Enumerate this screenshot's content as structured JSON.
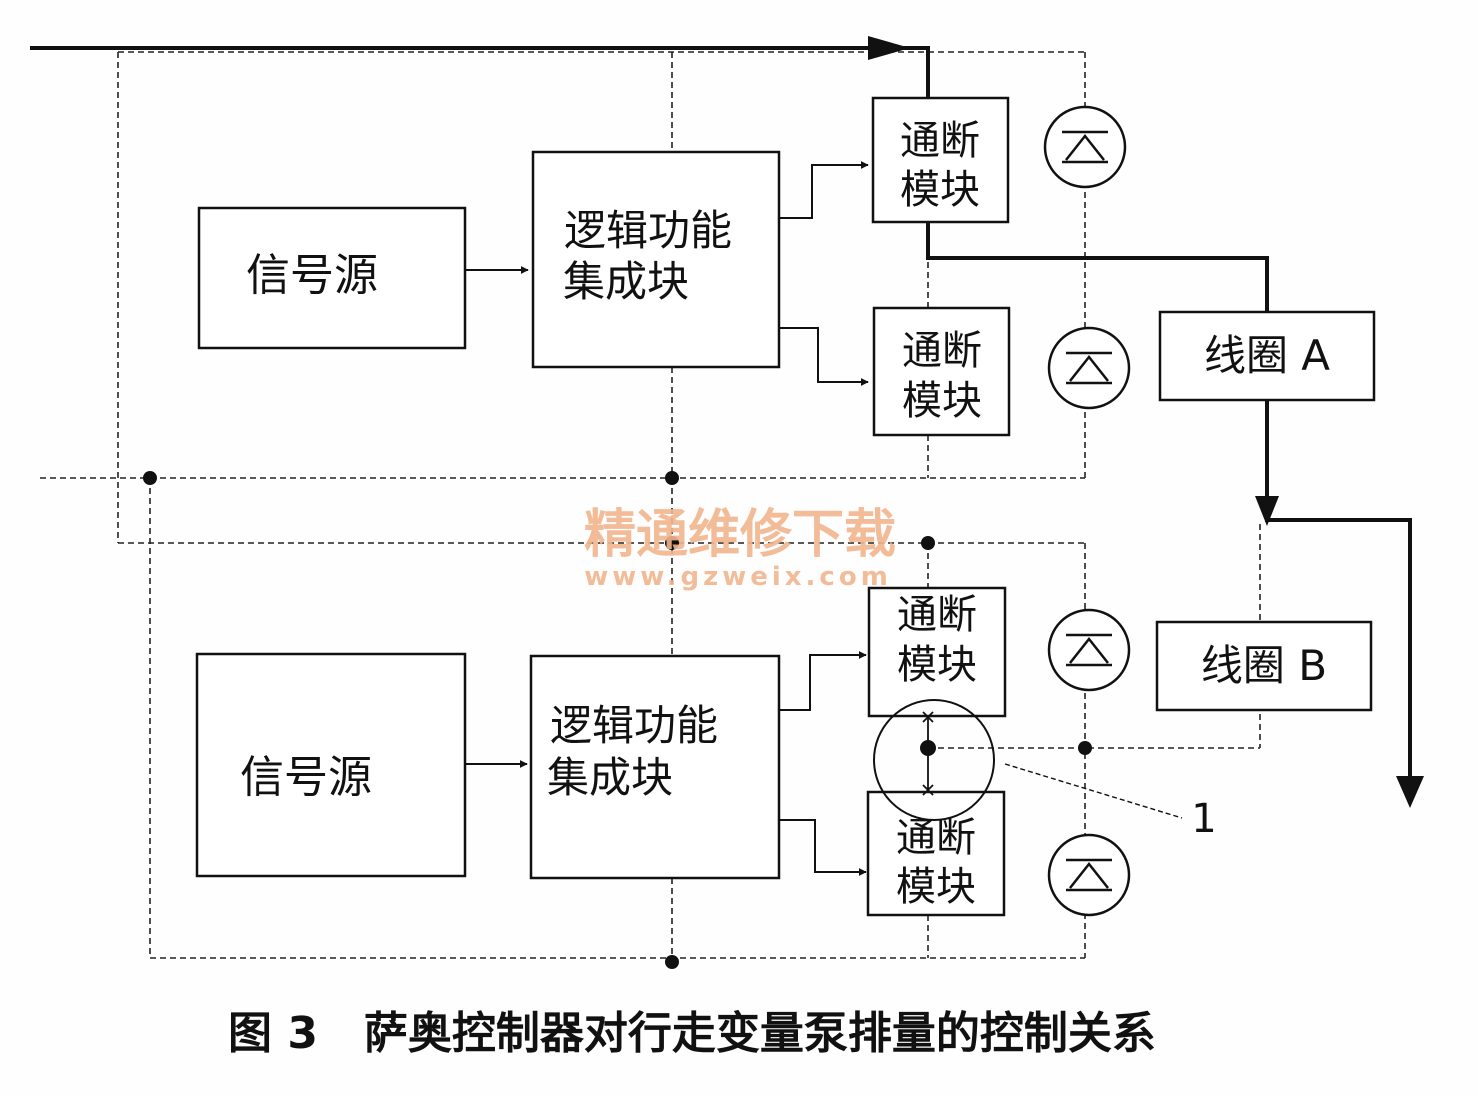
{
  "upper": {
    "source": "信号源",
    "logic_line1": "逻辑功能",
    "logic_line2": "集成块",
    "switch1_line1": "通断",
    "switch1_line2": "模块",
    "switch2_line1": "通断",
    "switch2_line2": "模块"
  },
  "lower": {
    "source": "信号源",
    "logic_line1": "逻辑功能",
    "logic_line2": "集成块",
    "switch1_line1": "通断",
    "switch1_line2": "模块",
    "switch2_line1": "通断",
    "switch2_line2": "模块"
  },
  "coil_a": "线圈 A",
  "coil_b": "线圈 B",
  "callout_label": "1",
  "watermark": {
    "title": "精通维修下载",
    "url": "www.gzweix.com",
    "color": "#f2b58e"
  },
  "caption": "图 3   萨奥控制器对行走变量泵排量的控制关系"
}
